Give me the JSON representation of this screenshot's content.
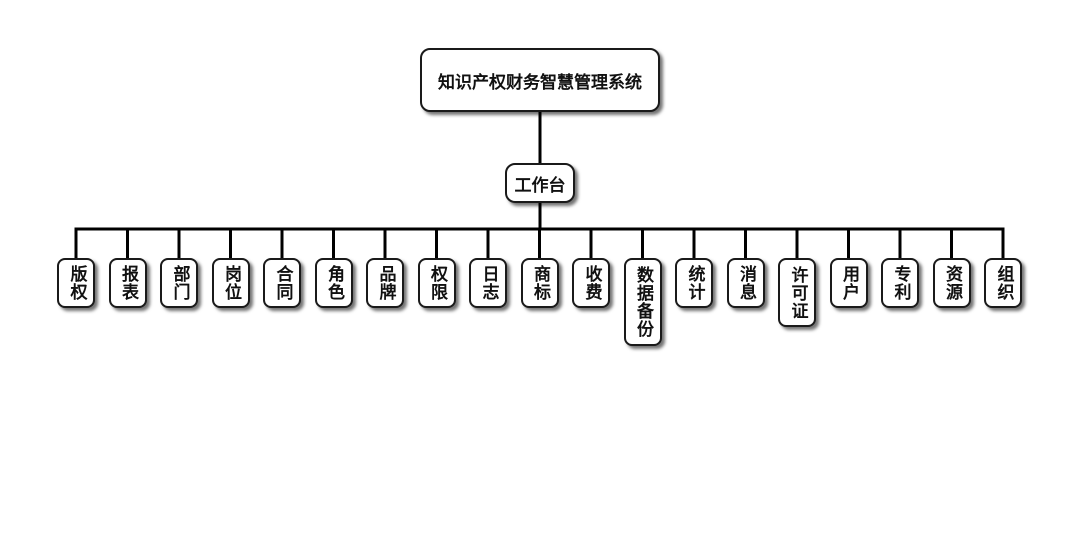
{
  "diagram": {
    "root": {
      "label": "知识产权财务智慧管理系统"
    },
    "hub": {
      "label": "工作台"
    },
    "modules": [
      {
        "label": "版权"
      },
      {
        "label": "报表"
      },
      {
        "label": "部门"
      },
      {
        "label": "岗位"
      },
      {
        "label": "合同"
      },
      {
        "label": "角色"
      },
      {
        "label": "品牌"
      },
      {
        "label": "权限"
      },
      {
        "label": "日志"
      },
      {
        "label": "商标"
      },
      {
        "label": "收费"
      },
      {
        "label": "数据备份"
      },
      {
        "label": "统计"
      },
      {
        "label": "消息"
      },
      {
        "label": "许可证"
      },
      {
        "label": "用户"
      },
      {
        "label": "专利"
      },
      {
        "label": "资源"
      },
      {
        "label": "组织"
      }
    ],
    "colors": {
      "line": "#000000",
      "border": "#1a1a1a",
      "background": "#ffffff",
      "text": "#111111"
    }
  }
}
